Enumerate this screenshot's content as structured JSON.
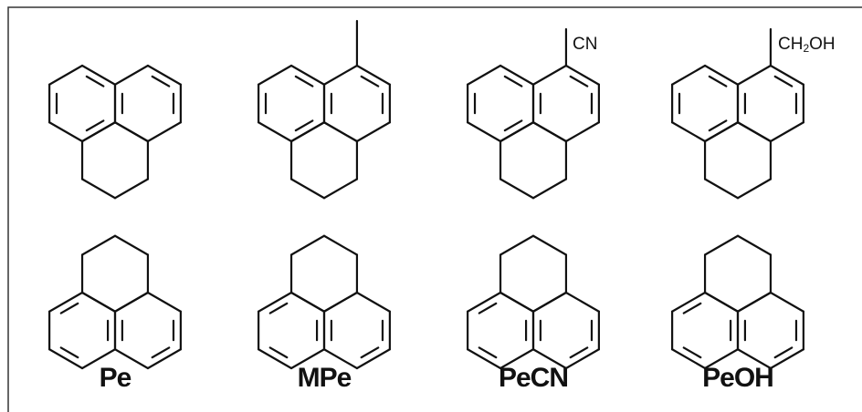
{
  "figure": {
    "colors": {
      "bond": "#111111",
      "frame": "#333333",
      "background": "#ffffff"
    },
    "molecules": [
      {
        "id": "pe",
        "label": "Pe",
        "substituent": ""
      },
      {
        "id": "mpe",
        "label": "MPe",
        "substituent": "methyl"
      },
      {
        "id": "pecn",
        "label": "PeCN",
        "substituent": "CN"
      },
      {
        "id": "peoh",
        "label": "PeOH",
        "substituent": "CH2OH",
        "substituent_parts": {
          "left": "CH",
          "sub": "2",
          "right": "OH"
        }
      }
    ]
  }
}
